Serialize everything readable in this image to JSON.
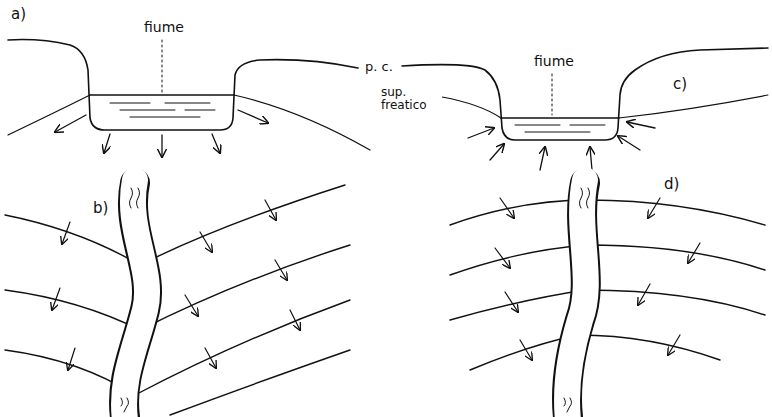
{
  "diagram": {
    "labels": [
      "a)",
      "fiume",
      "p. c.",
      "sup. freatico",
      "fiume",
      "c)",
      "b)",
      "d)"
    ]
  }
}
